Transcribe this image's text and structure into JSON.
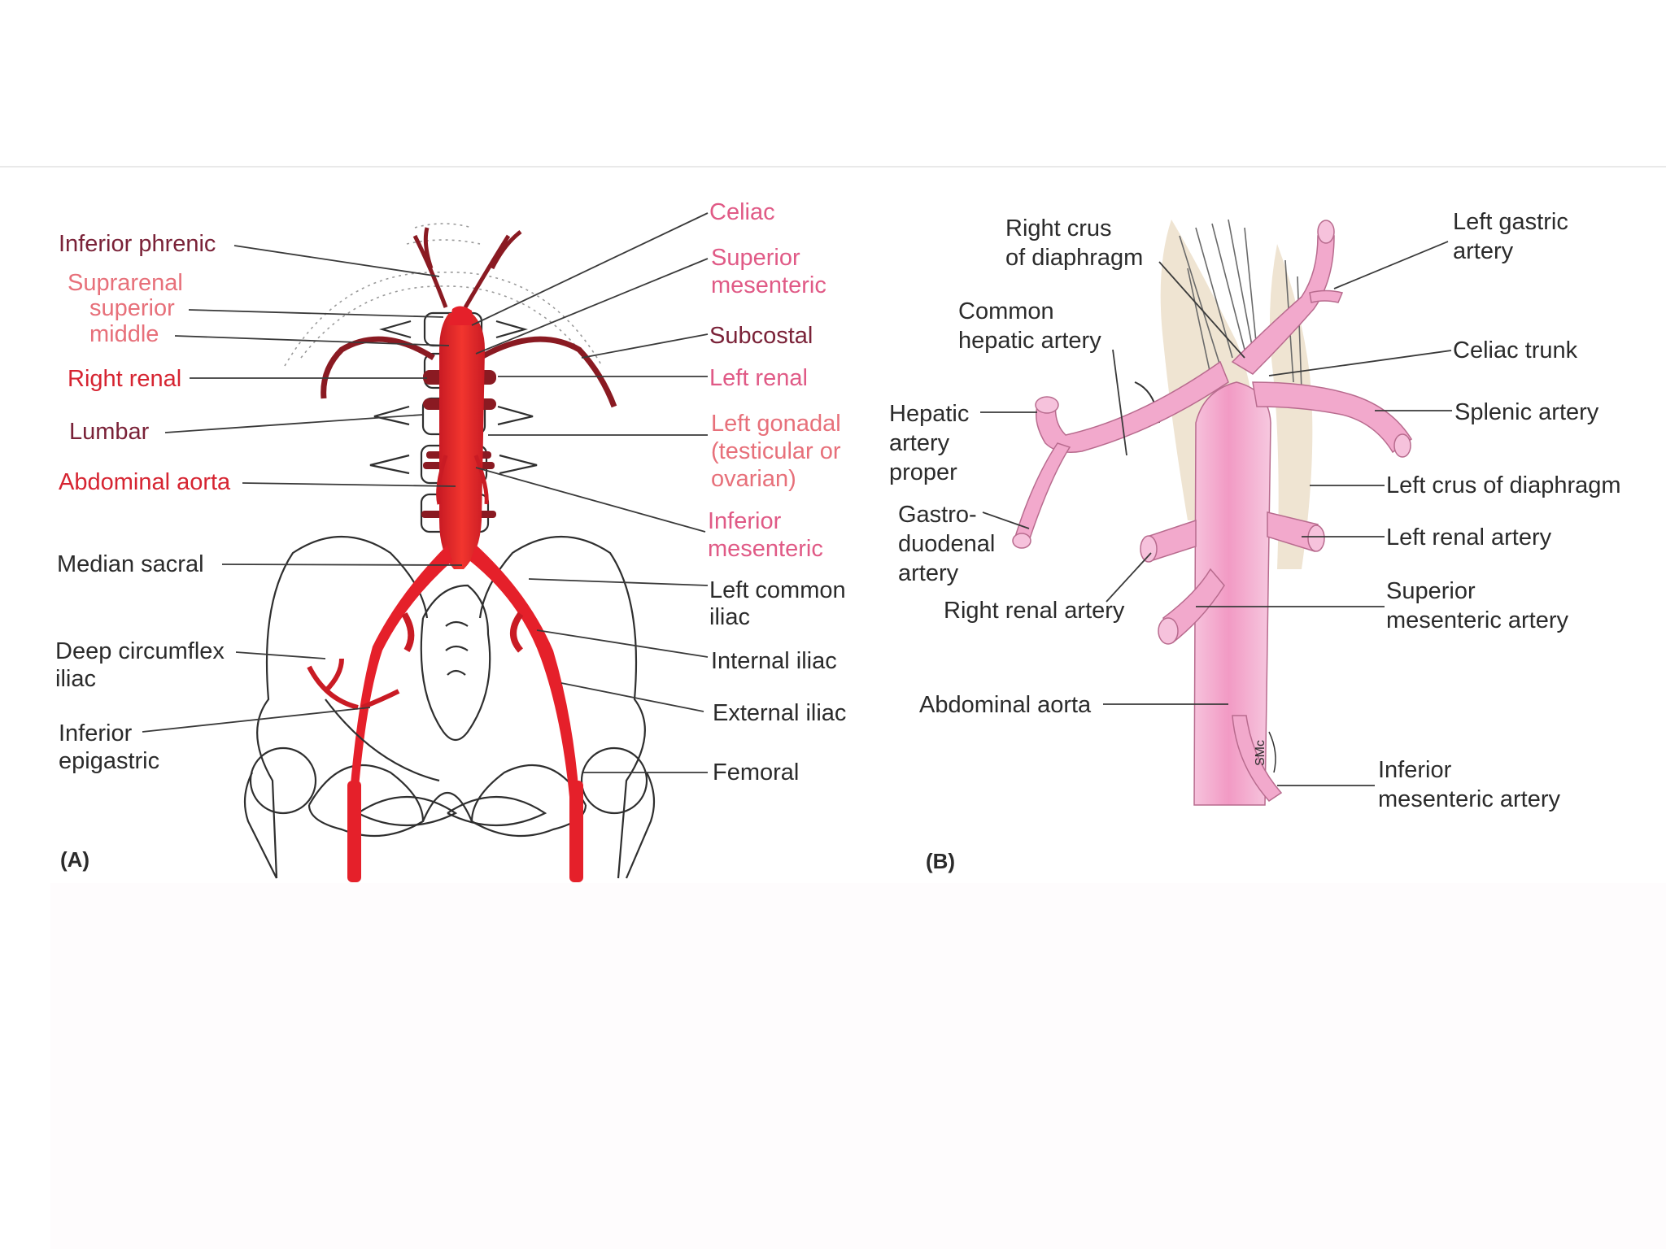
{
  "colors": {
    "artery_red": "#e5202a",
    "artery_dark": "#8a1a22",
    "artery_pink": "#f2a9cc",
    "label_red": "#d62431",
    "label_pink": "#e05a86",
    "label_salmon": "#e7707a",
    "label_maroon": "#7a2238",
    "label_dark": "#2b2b2b"
  },
  "panel_a": {
    "tag": "(A)",
    "left_labels": {
      "inferior_phrenic": "Inferior phrenic",
      "suprarenal": "Suprarenal",
      "superior": "superior",
      "middle": "middle",
      "right_renal": "Right renal",
      "lumbar": "Lumbar",
      "abdominal_aorta": "Abdominal aorta",
      "median_sacral": "Median sacral",
      "deep_circumflex_1": "Deep circumflex",
      "deep_circumflex_2": "iliac",
      "inferior_epigastric_1": "Inferior",
      "inferior_epigastric_2": "epigastric"
    },
    "right_labels": {
      "celiac": "Celiac",
      "superior_mesenteric_1": "Superior",
      "superior_mesenteric_2": "mesenteric",
      "subcostal": "Subcostal",
      "left_renal": "Left renal",
      "left_gonadal_1": "Left gonadal",
      "left_gonadal_2": "(testicular or",
      "left_gonadal_3": "ovarian)",
      "inferior_mesenteric_1": "Inferior",
      "inferior_mesenteric_2": "mesenteric",
      "left_common_iliac_1": "Left common",
      "left_common_iliac_2": "iliac",
      "internal_iliac": "Internal iliac",
      "external_iliac": "External iliac",
      "femoral": "Femoral"
    }
  },
  "panel_b": {
    "tag": "(B)",
    "signature": "SMc",
    "labels": {
      "right_crus_1": "Right crus",
      "right_crus_2": "of diaphragm",
      "left_gastric_1": "Left gastric",
      "left_gastric_2": "artery",
      "common_hepatic_1": "Common",
      "common_hepatic_2": "hepatic artery",
      "celiac_trunk": "Celiac trunk",
      "hepatic_proper_1": "Hepatic",
      "hepatic_proper_2": "artery",
      "hepatic_proper_3": "proper",
      "splenic": "Splenic artery",
      "gastroduodenal_1": "Gastro-",
      "gastroduodenal_2": "duodenal",
      "gastroduodenal_3": "artery",
      "left_crus": "Left crus of diaphragm",
      "left_renal": "Left renal artery",
      "right_renal": "Right renal artery",
      "superior_mesenteric_1": "Superior",
      "superior_mesenteric_2": "mesenteric artery",
      "abdominal_aorta": "Abdominal aorta",
      "inferior_mesenteric_1": "Inferior",
      "inferior_mesenteric_2": "mesenteric artery"
    }
  }
}
